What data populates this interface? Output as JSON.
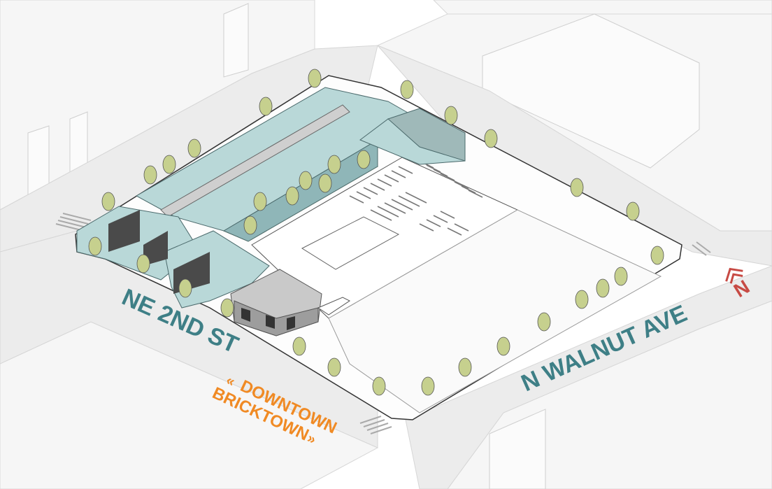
{
  "labels": {
    "north_street": "NE 2ND ST",
    "east_street": "N WALNUT AVE",
    "direction_line1": "DOWNTOWN",
    "direction_line2": "BRICKTOWN",
    "north_arrow_letter": "N"
  },
  "colors": {
    "street_label": "#3e7f86",
    "direction_label": "#f08a24",
    "north_arrow": "#c74a44",
    "building_blue": "#b9d8d8",
    "building_blue_dark": "#8fb6b8",
    "garage_gray": "#c9c9c9",
    "dark_facade": "#4a4a4a",
    "lawn": "#cfd7a4",
    "tree": "#c6d08e"
  }
}
